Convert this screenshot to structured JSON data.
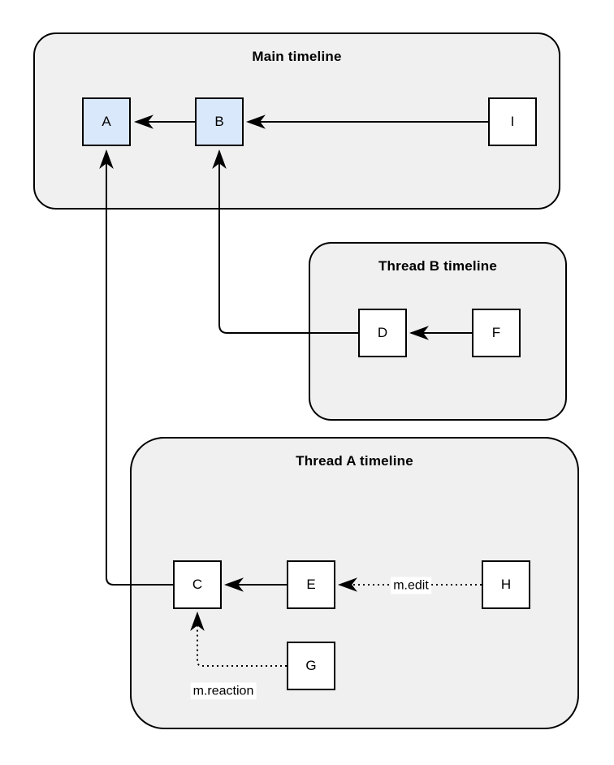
{
  "diagram": {
    "containers": {
      "main": {
        "title": "Main timeline"
      },
      "thread_b": {
        "title": "Thread B timeline"
      },
      "thread_a": {
        "title": "Thread A timeline"
      }
    },
    "nodes": {
      "A": {
        "label": "A",
        "highlighted": true
      },
      "B": {
        "label": "B",
        "highlighted": true
      },
      "I": {
        "label": "I",
        "highlighted": false
      },
      "D": {
        "label": "D",
        "highlighted": false
      },
      "F": {
        "label": "F",
        "highlighted": false
      },
      "C": {
        "label": "C",
        "highlighted": false
      },
      "E": {
        "label": "E",
        "highlighted": false
      },
      "H": {
        "label": "H",
        "highlighted": false
      },
      "G": {
        "label": "G",
        "highlighted": false
      }
    },
    "edges": [
      {
        "from": "B",
        "to": "A",
        "style": "solid",
        "label": ""
      },
      {
        "from": "I",
        "to": "B",
        "style": "solid",
        "label": ""
      },
      {
        "from": "F",
        "to": "D",
        "style": "solid",
        "label": ""
      },
      {
        "from": "D",
        "to": "B",
        "style": "solid",
        "label": ""
      },
      {
        "from": "E",
        "to": "C",
        "style": "solid",
        "label": ""
      },
      {
        "from": "H",
        "to": "E",
        "style": "dotted",
        "label": "m.edit"
      },
      {
        "from": "G",
        "to": "C",
        "style": "dotted",
        "label": "m.reaction"
      },
      {
        "from": "C",
        "to": "A",
        "style": "solid",
        "label": ""
      }
    ],
    "colors": {
      "background": "#ffffff",
      "container_fill": "#f0f0f0",
      "node_highlight_fill": "#dae8fc",
      "node_default_fill": "#ffffff",
      "stroke": "#000000",
      "label_bg": "#ffffff"
    }
  }
}
